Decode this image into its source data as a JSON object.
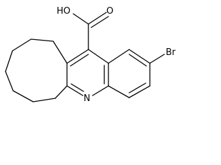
{
  "molecule": {
    "atom_labels": {
      "hydroxyl": "HO",
      "carbonyl_oxygen": "O",
      "nitrogen": "N",
      "bromine": "Br"
    },
    "colors": {
      "bond": "#000000",
      "label": "#000000",
      "background": "#ffffff"
    }
  }
}
